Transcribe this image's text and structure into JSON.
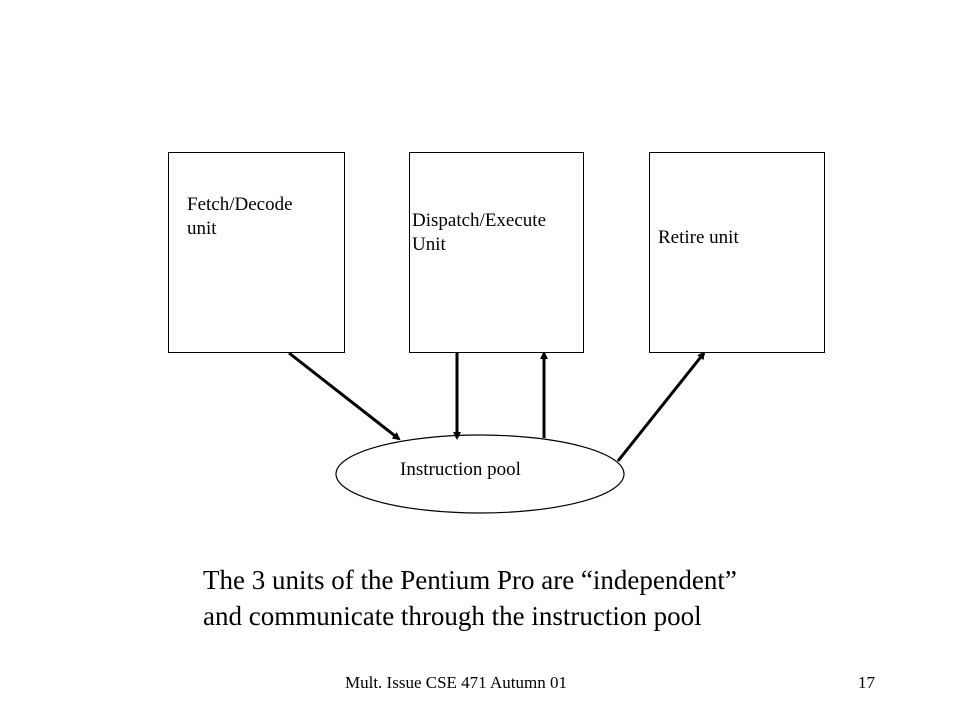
{
  "units": {
    "fetch_decode": {
      "line1": "Fetch/Decode",
      "line2": "unit"
    },
    "dispatch_execute": {
      "line1": "Dispatch/Execute",
      "line2": "Unit"
    },
    "retire": {
      "line1": "Retire unit"
    }
  },
  "pool": {
    "label": "Instruction pool"
  },
  "caption": {
    "line1": "The  3 units of the Pentium Pro are “independent”",
    "line2": "and communicate  through the instruction pool"
  },
  "footer": {
    "left": "Mult. Issue CSE 471 Autumn 01",
    "page_number": "17"
  }
}
